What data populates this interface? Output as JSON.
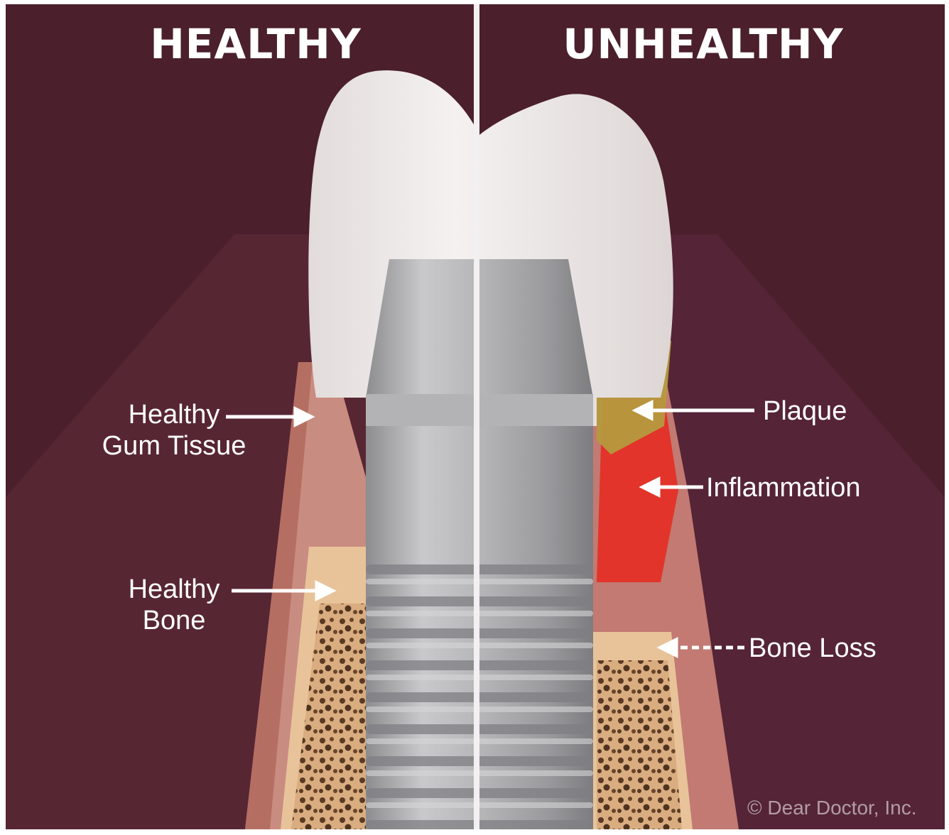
{
  "headers": {
    "left": "HEALTHY",
    "right": "UNHEALTHY"
  },
  "labels": {
    "healthy_gum": {
      "line1": "Healthy",
      "line2": "Gum Tissue"
    },
    "healthy_bone": {
      "line1": "Healthy",
      "line2": "Bone"
    },
    "plaque": "Plaque",
    "inflammation": "Inflammation",
    "bone_loss": "Bone Loss"
  },
  "credit": "© Dear Doctor, Inc.",
  "colors": {
    "background": "#4b1f2c",
    "background_light": "#5e2b39",
    "crown": "#ece8e6",
    "metal": "#a9a9ab",
    "gum": "#c98c80",
    "bone": "#e3b68a",
    "plaque": "#b59a3e",
    "inflammation": "#e2342a"
  }
}
